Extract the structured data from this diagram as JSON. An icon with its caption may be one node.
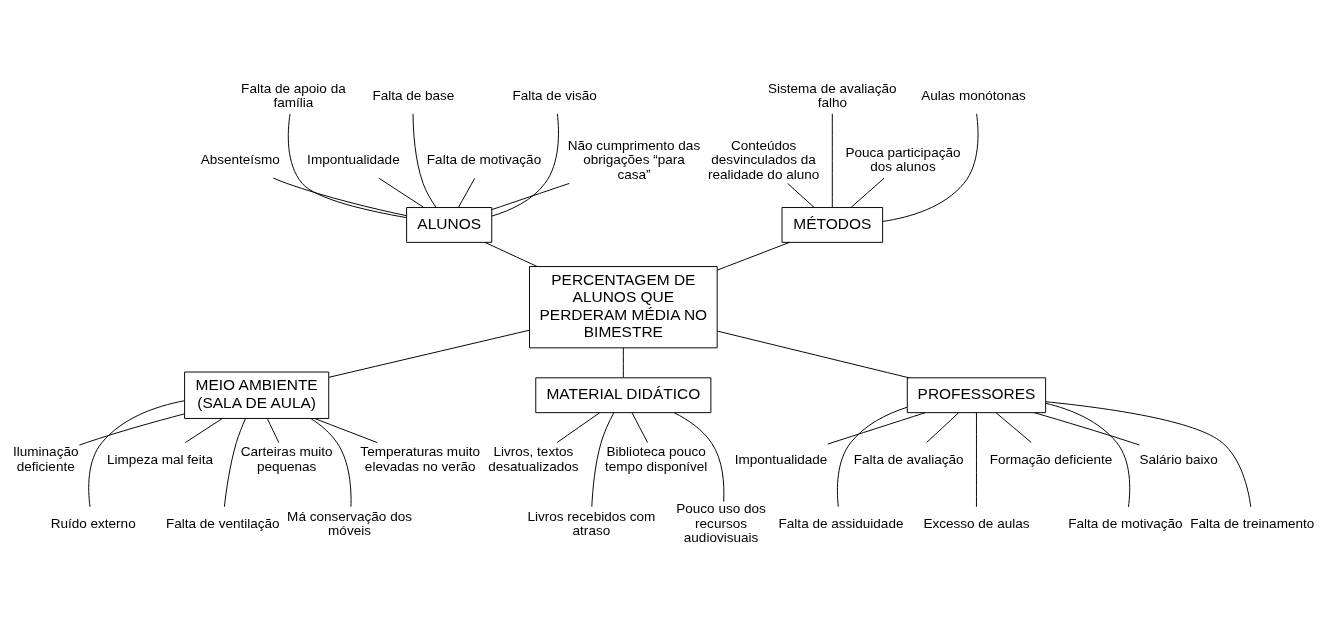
{
  "diagram": {
    "nodes": [
      {
        "text": [
          "MÉTODOS"
        ]
      },
      {
        "text": [
          "Conteúdos desvinculados da realidade do aluno"
        ]
      },
      {
        "text": [
          "Sistema de avaliação falho"
        ]
      },
      {
        "text": [
          "Pouca participação dos alunos"
        ]
      },
      {
        "text": [
          "Aulas monótonas"
        ]
      },
      {
        "text": [
          "ALUNOS"
        ]
      },
      {
        "text": [
          "Absenteísmo"
        ]
      },
      {
        "text": [
          "Falta de apoio da família"
        ]
      },
      {
        "text": [
          "Impontualidade"
        ]
      },
      {
        "text": [
          "Falta de base"
        ]
      },
      {
        "text": [
          "Falta de motivação"
        ]
      },
      {
        "text": [
          "Falta de visão"
        ]
      },
      {
        "text": [
          "Não cumprimento das obrigações “para casa”"
        ]
      },
      {
        "text": [
          "PERCENTAGEM DE ALUNOS QUE PERDERAM MÉDIA NO BIMESTRE"
        ]
      },
      {
        "text": [
          "MEIO AMBIENTE (SALA DE AULA)"
        ]
      },
      {
        "text": [
          "Iluminação deficiente"
        ]
      },
      {
        "text": [
          "Ruído externo"
        ]
      },
      {
        "text": [
          "Limpeza mal feita"
        ]
      },
      {
        "text": [
          "Falta de ventilação"
        ]
      },
      {
        "text": [
          "Carteiras muito pequenas"
        ]
      },
      {
        "text": [
          "Má conservação dos móveis"
        ]
      },
      {
        "text": [
          "Temperaturas muito elevadas no verão"
        ]
      },
      {
        "text": [
          "MATERIAL DIDÁTICO"
        ]
      },
      {
        "text": [
          "Livros, textos desatualizados"
        ]
      },
      {
        "text": [
          "Livros recebidos com atraso"
        ]
      },
      {
        "text": [
          "Biblioteca pouco tempo disponível"
        ]
      },
      {
        "text": [
          "Pouco uso dos recursos audiovisuais"
        ]
      },
      {
        "text": [
          "PROFESSORES"
        ]
      },
      {
        "text": [
          "Impontualidade"
        ]
      },
      {
        "text": [
          "Falta de assiduidade"
        ]
      },
      {
        "text": [
          "Falta de avaliação"
        ]
      },
      {
        "text": [
          "Excesso de aulas"
        ]
      },
      {
        "text": [
          "Formação deficiente"
        ]
      },
      {
        "text": [
          "Falta de motivação"
        ]
      },
      {
        "text": [
          "Salário baixo"
        ]
      },
      {
        "text": [
          "Falta de treinamento"
        ]
      }
    ],
    "edges": [
      {
        "from": 1,
        "to": 0,
        "arrow": "none"
      },
      {
        "from": 2,
        "to": 0,
        "arrow": "none"
      },
      {
        "from": 3,
        "to": 0,
        "arrow": "none"
      },
      {
        "from": 4,
        "to": 0,
        "arrow": "none"
      },
      {
        "from": 6,
        "to": 5,
        "arrow": "none"
      },
      {
        "from": 7,
        "to": 5,
        "arrow": "none"
      },
      {
        "from": 8,
        "to": 5,
        "arrow": "none"
      },
      {
        "from": 9,
        "to": 5,
        "arrow": "none"
      },
      {
        "from": 10,
        "to": 5,
        "arrow": "none"
      },
      {
        "from": 11,
        "to": 5,
        "arrow": "none"
      },
      {
        "from": 12,
        "to": 5,
        "arrow": "none"
      },
      {
        "from": 15,
        "to": 14,
        "arrow": "none"
      },
      {
        "from": 16,
        "to": 14,
        "arrow": "none"
      },
      {
        "from": 17,
        "to": 14,
        "arrow": "none"
      },
      {
        "from": 18,
        "to": 14,
        "arrow": "none"
      },
      {
        "from": 19,
        "to": 14,
        "arrow": "none"
      },
      {
        "from": 20,
        "to": 14,
        "arrow": "none"
      },
      {
        "from": 21,
        "to": 14,
        "arrow": "none"
      },
      {
        "from": 23,
        "to": 22,
        "arrow": "none"
      },
      {
        "from": 24,
        "to": 22,
        "arrow": "none"
      },
      {
        "from": 25,
        "to": 22,
        "arrow": "none"
      },
      {
        "from": 26,
        "to": 22,
        "arrow": "none"
      },
      {
        "from": 28,
        "to": 27,
        "arrow": "none"
      },
      {
        "from": 29,
        "to": 27,
        "arrow": "none"
      },
      {
        "from": 30,
        "to": 27,
        "arrow": "none"
      },
      {
        "from": 31,
        "to": 27,
        "arrow": "none"
      },
      {
        "from": 32,
        "to": 27,
        "arrow": "none"
      },
      {
        "from": 33,
        "to": 27,
        "arrow": "none"
      },
      {
        "from": 34,
        "to": 27,
        "arrow": "none"
      },
      {
        "from": 35,
        "to": 27,
        "arrow": "none"
      },
      {
        "from": 0,
        "to": 13,
        "arrow": "none"
      },
      {
        "from": 5,
        "to": 13,
        "arrow": "none"
      },
      {
        "from": 14,
        "to": 13,
        "arrow": "none"
      },
      {
        "from": 22,
        "to": 13,
        "arrow": "none"
      },
      {
        "from": 27,
        "to": 13,
        "arrow": "none"
      }
    ]
  }
}
